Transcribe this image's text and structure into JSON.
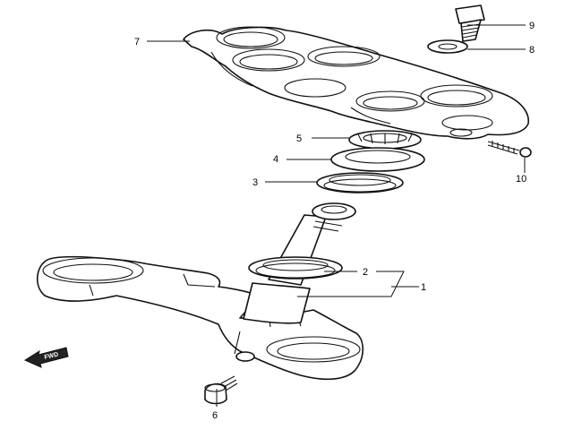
{
  "callouts": [
    "1",
    "2",
    "3",
    "4",
    "5",
    "6",
    "7",
    "8",
    "9",
    "10"
  ],
  "direction_marker": {
    "label": "FWD"
  }
}
